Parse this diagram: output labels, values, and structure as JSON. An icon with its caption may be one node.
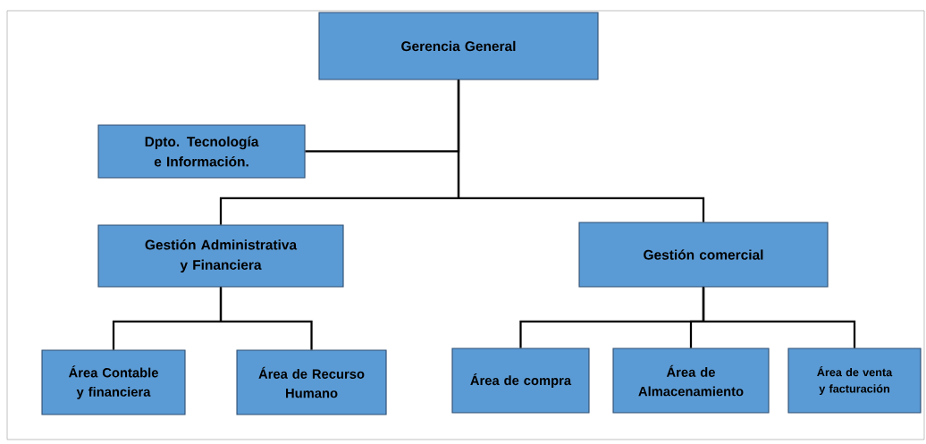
{
  "diagram": {
    "nodes": [
      {
        "text": [
          "Gerencia General"
        ]
      },
      {
        "text": [
          "Dpto. Tecnología e Información."
        ]
      },
      {
        "text": [
          "Gestión Administrativa y Financiera"
        ]
      },
      {
        "text": [
          "Gestión comercial"
        ]
      },
      {
        "text": [
          "Área Contable y financiera"
        ]
      },
      {
        "text": [
          "Área de Recurso Humano"
        ]
      },
      {
        "text": [
          "Área de compra"
        ]
      },
      {
        "text": [
          "Área de Almacenamiento"
        ]
      },
      {
        "text": [
          "Área de venta y facturación"
        ]
      }
    ],
    "edges": [
      {
        "from": 0,
        "to": 1,
        "arrow": "none"
      },
      {
        "from": 0,
        "to": 2,
        "arrow": "none"
      },
      {
        "from": 0,
        "to": 3,
        "arrow": "none"
      },
      {
        "from": 2,
        "to": 4,
        "arrow": "none"
      },
      {
        "from": 2,
        "to": 5,
        "arrow": "none"
      },
      {
        "from": 3,
        "to": 6,
        "arrow": "none"
      },
      {
        "from": 3,
        "to": 7,
        "arrow": "none"
      },
      {
        "from": 3,
        "to": 8,
        "arrow": "none"
      }
    ]
  }
}
